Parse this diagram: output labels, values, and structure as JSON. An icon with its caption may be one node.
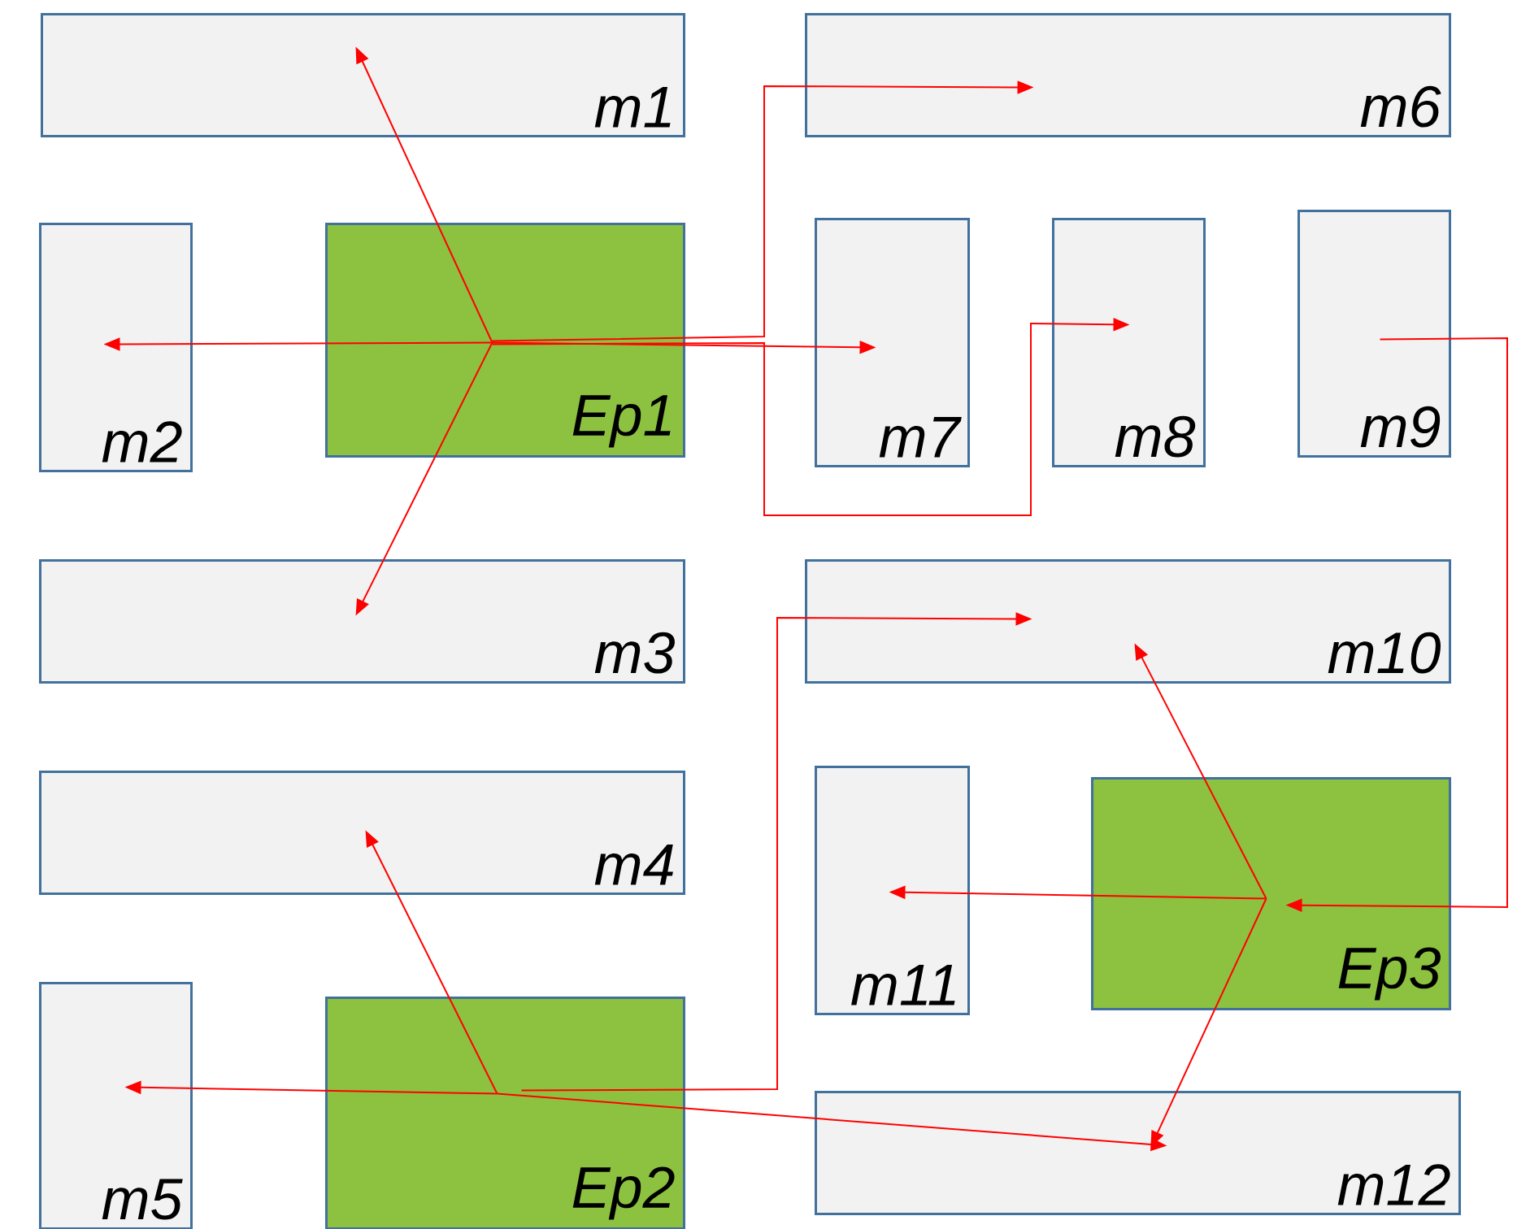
{
  "diagram": {
    "nodes": [
      {
        "text": [
          "m1"
        ]
      },
      {
        "text": [
          "m6"
        ]
      },
      {
        "text": [
          "m2"
        ]
      },
      {
        "text": [
          "Ep1"
        ]
      },
      {
        "text": [
          "m7"
        ]
      },
      {
        "text": [
          "m8"
        ]
      },
      {
        "text": [
          "m9"
        ]
      },
      {
        "text": [
          "m3"
        ]
      },
      {
        "text": [
          "m10"
        ]
      },
      {
        "text": [
          "m4"
        ]
      },
      {
        "text": [
          "m11"
        ]
      },
      {
        "text": [
          "Ep3"
        ]
      },
      {
        "text": [
          "m5"
        ]
      },
      {
        "text": [
          "Ep2"
        ]
      },
      {
        "text": [
          "m12"
        ]
      }
    ],
    "edges": [
      {
        "from": 3,
        "to": 0,
        "arrow": "to"
      },
      {
        "from": 3,
        "to": 1,
        "arrow": "to"
      },
      {
        "from": 3,
        "to": 2,
        "arrow": "to"
      },
      {
        "from": 3,
        "to": 4,
        "arrow": "to"
      },
      {
        "from": 3,
        "to": 5,
        "arrow": "to"
      },
      {
        "from": 3,
        "to": 7,
        "arrow": "to"
      },
      {
        "from": 6,
        "to": 11,
        "arrow": "to"
      },
      {
        "from": 11,
        "to": 8,
        "arrow": "to"
      },
      {
        "from": 11,
        "to": 10,
        "arrow": "to"
      },
      {
        "from": 11,
        "to": 14,
        "arrow": "to"
      },
      {
        "from": 13,
        "to": 9,
        "arrow": "to"
      },
      {
        "from": 13,
        "to": 12,
        "arrow": "to"
      },
      {
        "from": 13,
        "to": 14,
        "arrow": "to"
      },
      {
        "from": 13,
        "to": 8,
        "arrow": "to"
      }
    ]
  }
}
